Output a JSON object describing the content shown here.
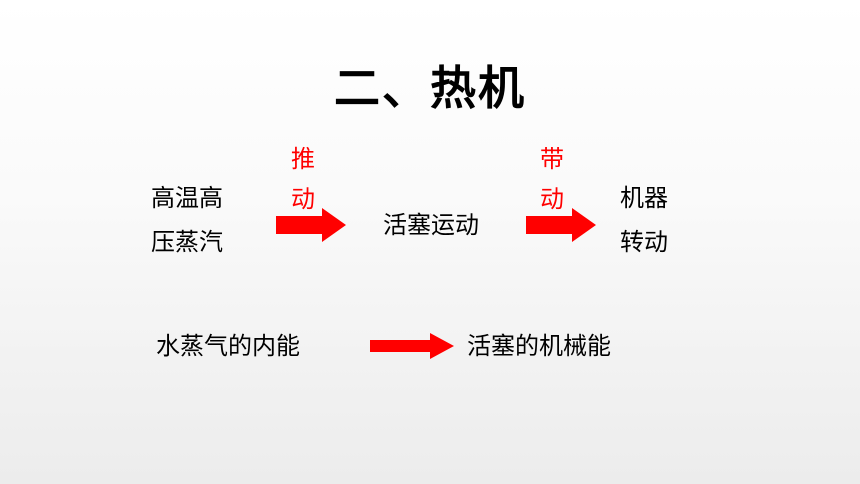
{
  "slide": {
    "title": "二、热机",
    "process": {
      "step1_line1": "高温高",
      "step1_line2": "压蒸汽",
      "arrow1_top": "推",
      "arrow1_bottom": "动",
      "step2": "活塞运动",
      "arrow2_top": "带",
      "arrow2_bottom": "动",
      "step3_line1": "机器",
      "step3_line2": "转动"
    },
    "energy": {
      "from": "水蒸气的内能",
      "to": "活塞的机械能"
    },
    "colors": {
      "accent": "#ff0000",
      "text": "#000000"
    }
  }
}
